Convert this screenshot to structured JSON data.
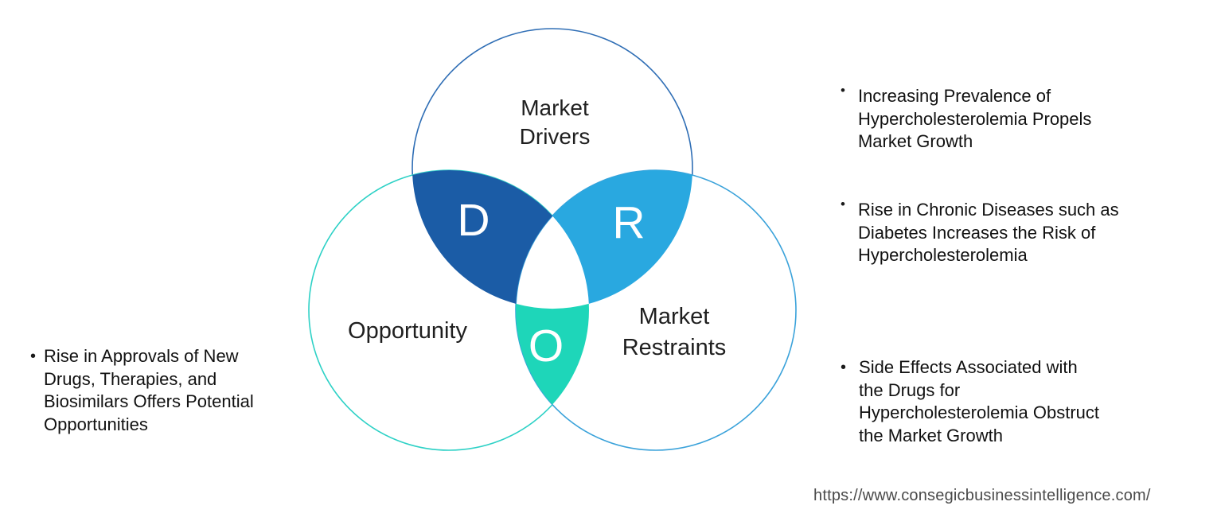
{
  "venn": {
    "drivers": {
      "label": "Market Drivers",
      "letter": "D"
    },
    "restraints": {
      "label": "Market Restraints",
      "letter": "R"
    },
    "opportunity": {
      "label": "Opportunity",
      "letter": "O"
    }
  },
  "left_bullets": [
    {
      "lines": [
        "Rise in Approvals of New",
        "Drugs, Therapies, and",
        "Biosimilars Offers Potential",
        "Opportunities"
      ]
    }
  ],
  "right_bullets": [
    {
      "lines": [
        "Increasing Prevalence of",
        "Hypercholesterolemia Propels",
        "Market Growth"
      ]
    },
    {
      "lines": [
        "Rise in Chronic Diseases such as",
        "Diabetes Increases the Risk of",
        "Hypercholesterolemia"
      ]
    },
    {
      "lines": [
        "Side Effects Associated with",
        "the Drugs for",
        "Hypercholesterolemia Obstruct",
        "the Market Growth"
      ]
    }
  ],
  "footer": {
    "url": "https://www.consegicbusinessintelligence.com/"
  },
  "glyphs": {
    "bullet": "•"
  },
  "colors": {
    "d_petal": "#1b5ca6",
    "r_petal": "#29a8e0",
    "o_petal": "#1ed6b9",
    "drivers_stroke": "#2f6eb5",
    "restraints_stroke": "#3aa2da",
    "opportunity_stroke": "#2dd1c6",
    "text": "#111111",
    "url_text": "#4a4a4a"
  }
}
